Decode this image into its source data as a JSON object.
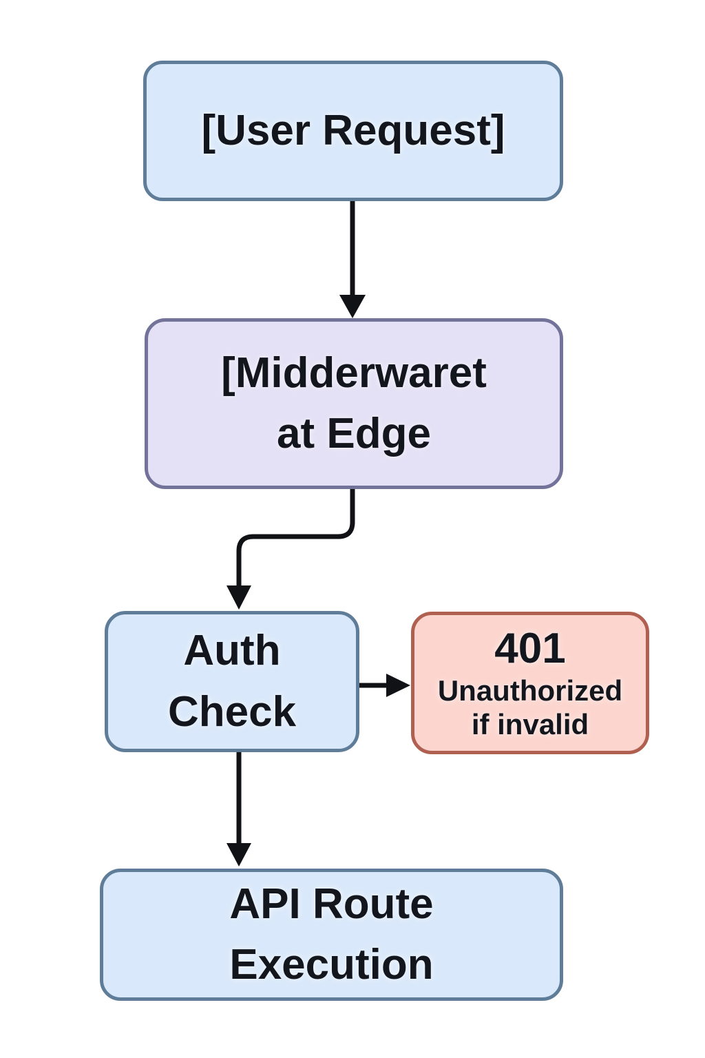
{
  "diagram": {
    "background": "#ffffff",
    "arrow_color": "#101216",
    "text_color": "#14161d",
    "nodes": {
      "user_request": {
        "lines": [
          "[User Request]"
        ],
        "fill": "#d9e8fa",
        "border": "#5f7d99"
      },
      "middleware_edge": {
        "lines": [
          "[Midderwaret",
          "at Edge"
        ],
        "fill": "#e4e0f5",
        "border": "#73739a"
      },
      "auth_check": {
        "lines": [
          "Auth",
          "Check"
        ],
        "fill": "#d9e8fa",
        "border": "#5f7d99"
      },
      "unauthorized_401": {
        "code": "401",
        "lines": [
          "Unauthorized",
          "if invalid"
        ],
        "fill": "#fcd5ce",
        "border": "#b06050"
      },
      "api_route_execution": {
        "lines": [
          "API Route",
          "Execution"
        ],
        "fill": "#d9e8fa",
        "border": "#5f7d99"
      }
    }
  }
}
